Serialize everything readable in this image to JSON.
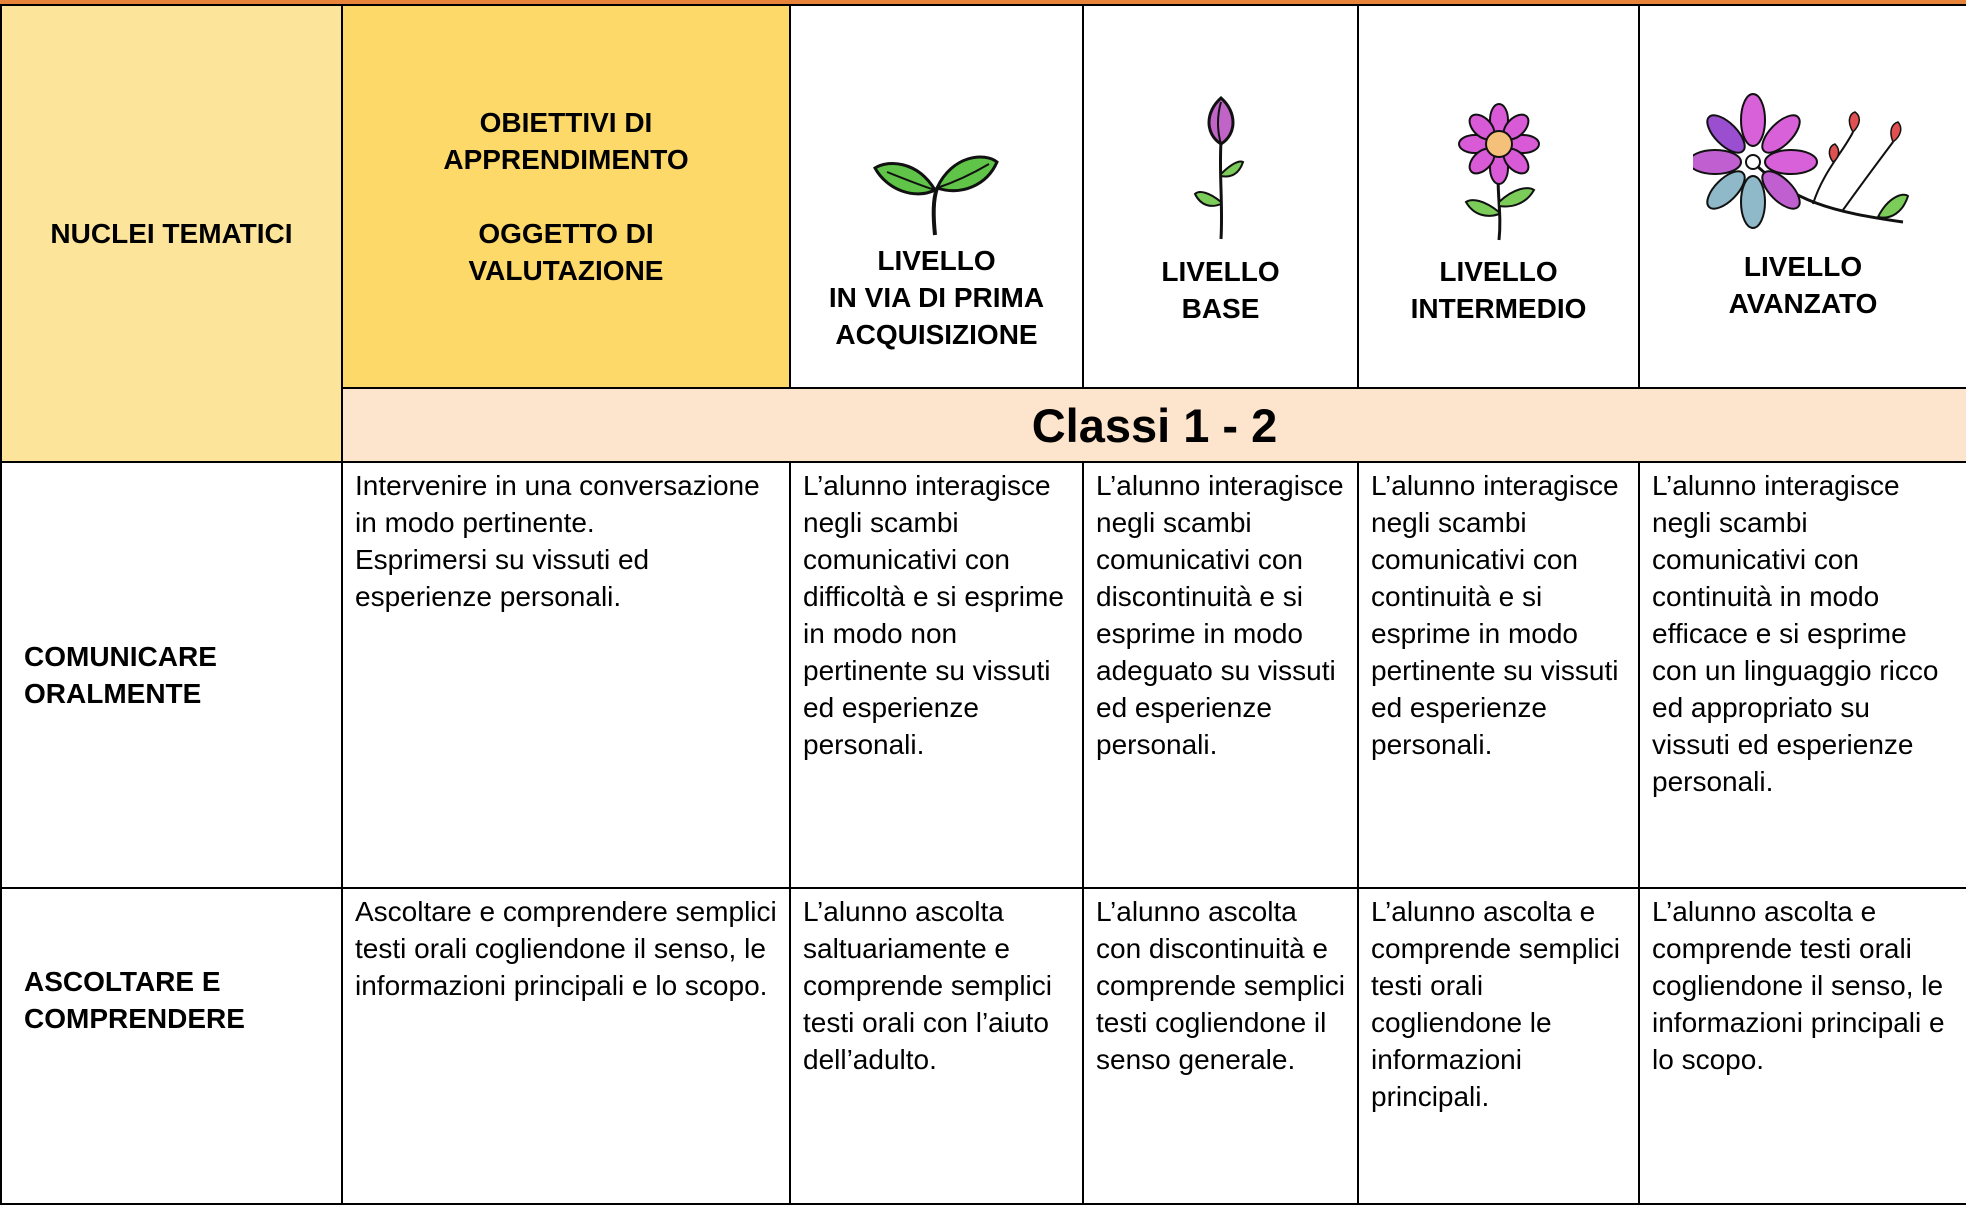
{
  "header": {
    "nuclei": "NUCLEI TEMATICI",
    "obiettivi_line1": "OBIETTIVI DI",
    "obiettivi_line2": "APPRENDIMENTO",
    "obiettivi_line3": "OGGETTO DI",
    "obiettivi_line4": "VALUTAZIONE",
    "levels": [
      {
        "line1": "LIVELLO",
        "line2": "IN VIA DI PRIMA",
        "line3": "ACQUISIZIONE",
        "icon": "sprout-icon"
      },
      {
        "line1": "LIVELLO",
        "line2": "BASE",
        "icon": "flower-bud-icon"
      },
      {
        "line1": "LIVELLO",
        "line2": "INTERMEDIO",
        "icon": "daisy-flower-icon"
      },
      {
        "line1": "LIVELLO",
        "line2": "AVANZATO",
        "icon": "flowering-branch-icon"
      }
    ],
    "classi": "Classi 1 - 2"
  },
  "rows": [
    {
      "nucleo_line1": "COMUNICARE",
      "nucleo_line2": "ORALMENTE",
      "obiettivo": "Intervenire in una conversazione in modo pertinente.\nEsprimersi su vissuti ed esperienze personali.",
      "levels": [
        "L’alunno interagisce negli scambi comunicativi con difficoltà e si esprime in modo non pertinente su vissuti ed esperienze personali.",
        "L’alunno interagisce negli scambi comunicativi con discontinuità e si esprime in modo adeguato su vissuti ed esperienze personali.",
        "L’alunno interagisce negli scambi comunicativi con continuità e si esprime in modo pertinente su vissuti ed esperienze personali.",
        "L’alunno interagisce negli scambi comunicativi con continuità in modo efficace e si esprime con un linguaggio ricco ed appropriato su vissuti ed esperienze personali."
      ]
    },
    {
      "nucleo_line1": "ASCOLTARE E",
      "nucleo_line2": "COMPRENDERE",
      "obiettivo": "Ascoltare e comprendere semplici testi orali cogliendone il senso, le informazioni principali e lo scopo.",
      "levels": [
        "L’alunno ascolta saltuariamente e comprende semplici testi orali con l’aiuto dell’adulto.",
        "L’alunno ascolta con discontinuità e comprende semplici testi cogliendone il senso generale.",
        "L’alunno ascolta e comprende semplici testi orali cogliendone le informazioni principali.",
        "L’alunno ascolta e comprende testi orali cogliendone il senso, le informazioni principali e lo scopo."
      ]
    }
  ]
}
